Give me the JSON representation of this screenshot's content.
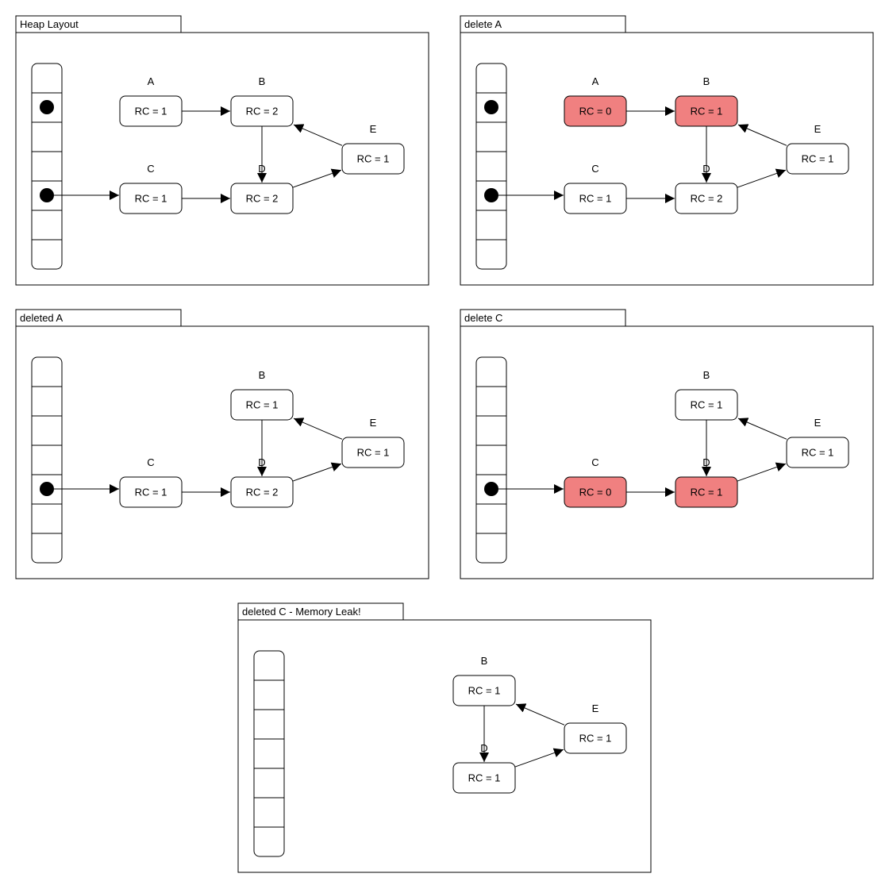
{
  "colors": {
    "background": "#ffffff",
    "stroke": "#000000",
    "node_fill": "#ffffff",
    "highlight_fill": "#f08080"
  },
  "panels": [
    {
      "title": "Heap Layout",
      "stack_pointers": [
        1,
        4
      ],
      "nodes": [
        {
          "id": "A",
          "label": "A",
          "value": "RC = 1",
          "highlight": false
        },
        {
          "id": "B",
          "label": "B",
          "value": "RC = 2",
          "highlight": false
        },
        {
          "id": "C",
          "label": "C",
          "value": "RC = 1",
          "highlight": false
        },
        {
          "id": "D",
          "label": "D",
          "value": "RC = 2",
          "highlight": false
        },
        {
          "id": "E",
          "label": "E",
          "value": "RC = 1",
          "highlight": false
        }
      ],
      "edges": [
        [
          "A",
          "B"
        ],
        [
          "C",
          "D"
        ],
        [
          "B",
          "D"
        ],
        [
          "D",
          "E"
        ],
        [
          "E",
          "B"
        ]
      ]
    },
    {
      "title": "delete A",
      "stack_pointers": [
        1,
        4
      ],
      "nodes": [
        {
          "id": "A",
          "label": "A",
          "value": "RC = 0",
          "highlight": true
        },
        {
          "id": "B",
          "label": "B",
          "value": "RC = 1",
          "highlight": true
        },
        {
          "id": "C",
          "label": "C",
          "value": "RC = 1",
          "highlight": false
        },
        {
          "id": "D",
          "label": "D",
          "value": "RC = 2",
          "highlight": false
        },
        {
          "id": "E",
          "label": "E",
          "value": "RC = 1",
          "highlight": false
        }
      ],
      "edges": [
        [
          "A",
          "B"
        ],
        [
          "C",
          "D"
        ],
        [
          "B",
          "D"
        ],
        [
          "D",
          "E"
        ],
        [
          "E",
          "B"
        ]
      ]
    },
    {
      "title": "deleted A",
      "stack_pointers": [
        4
      ],
      "nodes": [
        {
          "id": "B",
          "label": "B",
          "value": "RC = 1",
          "highlight": false
        },
        {
          "id": "C",
          "label": "C",
          "value": "RC = 1",
          "highlight": false
        },
        {
          "id": "D",
          "label": "D",
          "value": "RC = 2",
          "highlight": false
        },
        {
          "id": "E",
          "label": "E",
          "value": "RC = 1",
          "highlight": false
        }
      ],
      "edges": [
        [
          "C",
          "D"
        ],
        [
          "B",
          "D"
        ],
        [
          "D",
          "E"
        ],
        [
          "E",
          "B"
        ]
      ]
    },
    {
      "title": "delete C",
      "stack_pointers": [
        4
      ],
      "nodes": [
        {
          "id": "B",
          "label": "B",
          "value": "RC = 1",
          "highlight": false
        },
        {
          "id": "C",
          "label": "C",
          "value": "RC = 0",
          "highlight": true
        },
        {
          "id": "D",
          "label": "D",
          "value": "RC = 1",
          "highlight": true
        },
        {
          "id": "E",
          "label": "E",
          "value": "RC = 1",
          "highlight": false
        }
      ],
      "edges": [
        [
          "C",
          "D"
        ],
        [
          "B",
          "D"
        ],
        [
          "D",
          "E"
        ],
        [
          "E",
          "B"
        ]
      ]
    },
    {
      "title": "deleted C - Memory Leak!",
      "stack_pointers": [],
      "nodes": [
        {
          "id": "B",
          "label": "B",
          "value": "RC = 1",
          "highlight": false
        },
        {
          "id": "D",
          "label": "D",
          "value": "RC = 1",
          "highlight": false
        },
        {
          "id": "E",
          "label": "E",
          "value": "RC = 1",
          "highlight": false
        }
      ],
      "edges": [
        [
          "B",
          "D"
        ],
        [
          "D",
          "E"
        ],
        [
          "E",
          "B"
        ]
      ]
    }
  ]
}
